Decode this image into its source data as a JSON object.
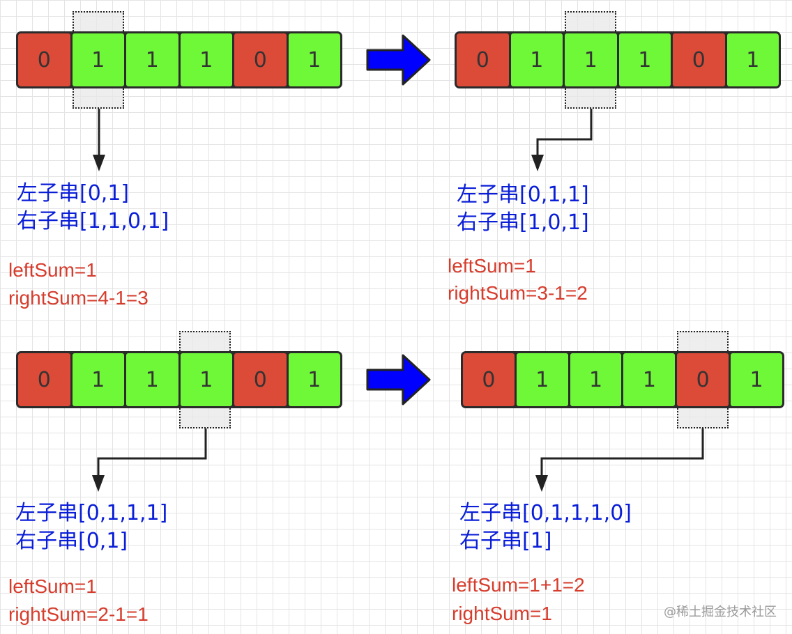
{
  "panels": [
    {
      "cells": [
        "0",
        "1",
        "1",
        "1",
        "0",
        "1"
      ],
      "highlight": "1",
      "left_sub": "左子串[0,1]",
      "right_sub": "右子串[1,1,0,1]",
      "left_sum": "leftSum=1",
      "right_sum": "rightSum=4-1=3"
    },
    {
      "cells": [
        "0",
        "1",
        "1",
        "1",
        "0",
        "1"
      ],
      "highlight": "2",
      "left_sub": "左子串[0,1,1]",
      "right_sub": "右子串[1,0,1]",
      "left_sum": "leftSum=1",
      "right_sum": "rightSum=3-1=2"
    },
    {
      "cells": [
        "0",
        "1",
        "1",
        "1",
        "0",
        "1"
      ],
      "highlight": "3",
      "left_sub": "左子串[0,1,1,1]",
      "right_sub": "右子串[0,1]",
      "left_sum": "leftSum=1",
      "right_sum": "rightSum=2-1=1"
    },
    {
      "cells": [
        "0",
        "1",
        "1",
        "1",
        "0",
        "1"
      ],
      "highlight": "4",
      "left_sub": "左子串[0,1,1,1,0]",
      "right_sub": "右子串[1]",
      "left_sum": "leftSum=1+1=2",
      "right_sum": "rightSum=1"
    }
  ],
  "colors": {
    "zero": "#dc4a38",
    "one": "#6ff838",
    "sub_text": "#0a1ed8",
    "sum_text": "#d63c2c",
    "arrow": "#0000ff"
  },
  "watermark": "@稀土掘金技术社区"
}
